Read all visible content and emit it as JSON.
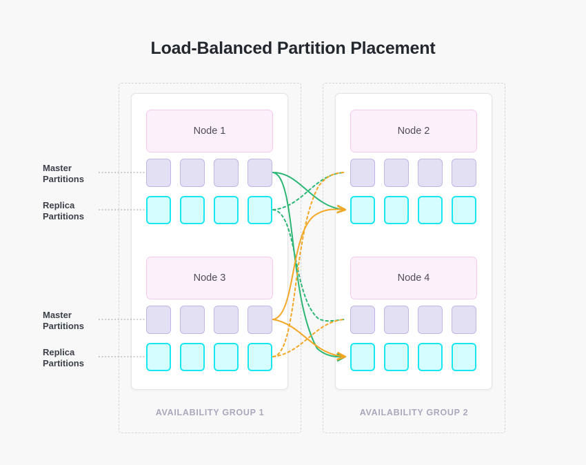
{
  "page": {
    "title": "Load-Balanced Partition Placement",
    "background_color": "#f8f8f9"
  },
  "colors": {
    "title_text": "#23272e",
    "node_fill": "#fcf0fb",
    "node_border": "#f7c8ee",
    "master_fill": "#e4e0f3",
    "master_border": "#c3b3e6",
    "replica_fill": "#d6fdfd",
    "replica_border": "#19e6f3",
    "ag_label_text": "#a9a8bd",
    "ag_dashed_border": "#d4d4d8",
    "panel_fill": "#ffffff",
    "panel_border": "#e3e3e6",
    "connector_green": "#2bb673",
    "connector_orange": "#f5a623",
    "leader_line": "#9a9aa6",
    "row_label_text": "#3c4049"
  },
  "availability_groups": [
    {
      "label": "AVAILABILITY GROUP 1",
      "nodes": [
        {
          "name": "Node 1",
          "master_count": 4,
          "replica_count": 4,
          "master_row_label": "Master\nPartitions",
          "replica_row_label": "Replica\nPartitions"
        },
        {
          "name": "Node 3",
          "master_count": 4,
          "replica_count": 4,
          "master_row_label": "Master\nPartitions",
          "replica_row_label": "Replica\nPartitions"
        }
      ]
    },
    {
      "label": "AVAILABILITY GROUP 2",
      "nodes": [
        {
          "name": "Node 2",
          "master_count": 4,
          "replica_count": 4
        },
        {
          "name": "Node 4",
          "master_count": 4,
          "replica_count": 4
        }
      ]
    }
  ],
  "row_labels": {
    "master_line1": "Master",
    "master_line2": "Partitions",
    "replica_line1": "Replica",
    "replica_line2": "Partitions"
  },
  "legend_rows": [
    {
      "id": "master-top",
      "line1": "Master",
      "line2": "Partitions"
    },
    {
      "id": "replica-top",
      "line1": "Replica",
      "line2": "Partitions"
    },
    {
      "id": "master-bot",
      "line1": "Master",
      "line2": "Partitions"
    },
    {
      "id": "replica-bot",
      "line1": "Replica",
      "line2": "Partitions"
    }
  ],
  "connections": [
    {
      "id": "n1-master-to-n2-replica",
      "from": "Node 1 master partition",
      "to": "Node 2 replica partition",
      "color": "#2bb673",
      "style": "solid",
      "arrow": true
    },
    {
      "id": "n1-master-to-n4-replica",
      "from": "Node 1 master partition",
      "to": "Node 4 replica partition",
      "color": "#2bb673",
      "style": "solid",
      "arrow": true
    },
    {
      "id": "n1-replica-to-n2-master",
      "from": "Node 1 replica partition",
      "to": "Node 2 master partition",
      "color": "#2bb673",
      "style": "dashed",
      "arrow": false
    },
    {
      "id": "n1-replica-to-n4-master",
      "from": "Node 1 replica partition",
      "to": "Node 4 master partition",
      "color": "#2bb673",
      "style": "dashed",
      "arrow": false
    },
    {
      "id": "n3-master-to-n2-replica",
      "from": "Node 3 master partition",
      "to": "Node 2 replica partition",
      "color": "#f5a623",
      "style": "solid",
      "arrow": true
    },
    {
      "id": "n3-master-to-n4-replica",
      "from": "Node 3 master partition",
      "to": "Node 4 replica partition",
      "color": "#f5a623",
      "style": "solid",
      "arrow": true
    },
    {
      "id": "n3-replica-to-n2-master",
      "from": "Node 3 replica partition",
      "to": "Node 2 master partition",
      "color": "#f5a623",
      "style": "dashed",
      "arrow": false
    },
    {
      "id": "n3-replica-to-n4-master",
      "from": "Node 3 replica partition",
      "to": "Node 4 master partition",
      "color": "#f5a623",
      "style": "dashed",
      "arrow": false
    }
  ]
}
